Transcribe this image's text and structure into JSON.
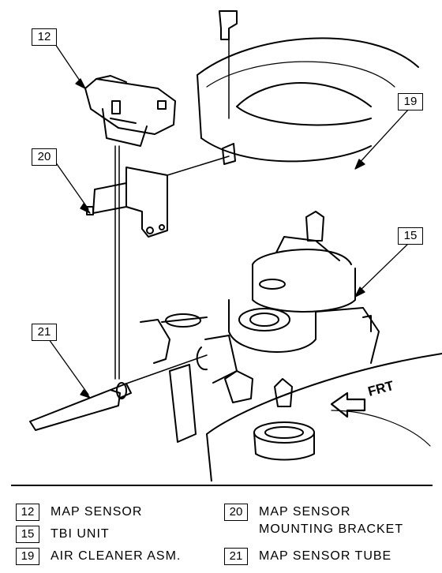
{
  "callouts": [
    "12",
    "20",
    "19",
    "15",
    "21"
  ],
  "labels": {
    "front": "FRT"
  },
  "legend": [
    {
      "num": "12",
      "text": "MAP SENSOR"
    },
    {
      "num": "15",
      "text": "TBI UNIT"
    },
    {
      "num": "19",
      "text": "AIR CLEANER ASM."
    },
    {
      "num": "20",
      "text": "MAP SENSOR\nMOUNTING BRACKET"
    },
    {
      "num": "21",
      "text": "MAP SENSOR TUBE"
    }
  ]
}
